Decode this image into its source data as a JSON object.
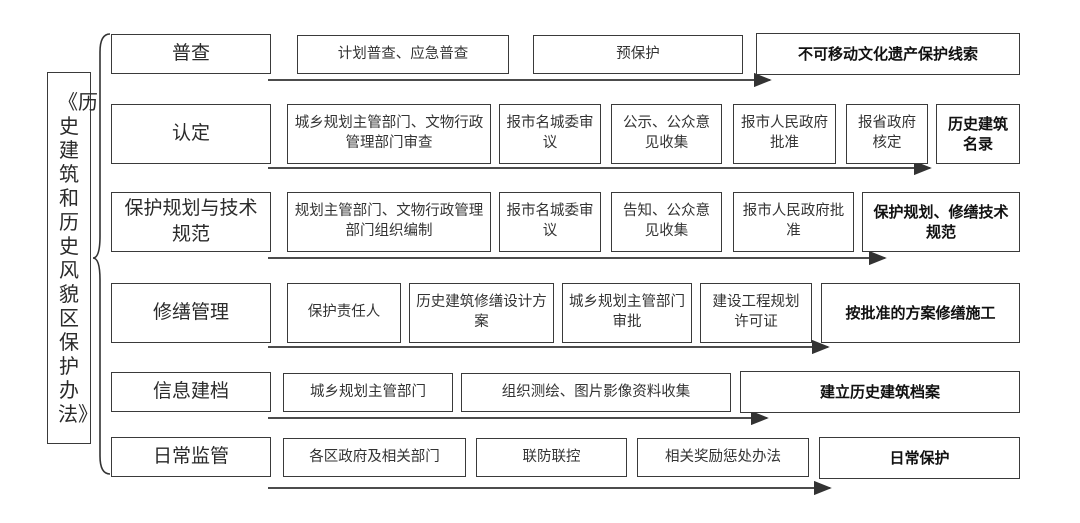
{
  "title": "《历史建筑和历史风貌区保护办法》",
  "rows": [
    {
      "stage": "普查",
      "steps": [
        "计划普查、应急普查",
        "预保护"
      ],
      "result": "不可移动文化遗产保护线索"
    },
    {
      "stage": "认定",
      "steps": [
        "城乡规划主管部门、文物行政管理部门审查",
        "报市名城委审议",
        "公示、公众意见收集",
        "报市人民政府批准",
        "报省政府核定"
      ],
      "result": "历史建筑名录"
    },
    {
      "stage": "保护规划与技术规范",
      "steps": [
        "规划主管部门、文物行政管理部门组织编制",
        "报市名城委审议",
        "告知、公众意见收集",
        "报市人民政府批准"
      ],
      "result": "保护规划、修缮技术规范"
    },
    {
      "stage": "修缮管理",
      "steps": [
        "保护责任人",
        "历史建筑修缮设计方案",
        "城乡规划主管部门审批",
        "建设工程规划许可证"
      ],
      "result": "按批准的方案修缮施工"
    },
    {
      "stage": "信息建档",
      "steps": [
        "城乡规划主管部门",
        "组织测绘、图片影像资料收集"
      ],
      "result": "建立历史建筑档案"
    },
    {
      "stage": "日常监管",
      "steps": [
        "各区政府及相关部门",
        "联防联控",
        "相关奖励惩处办法"
      ],
      "result": "日常保护"
    }
  ]
}
